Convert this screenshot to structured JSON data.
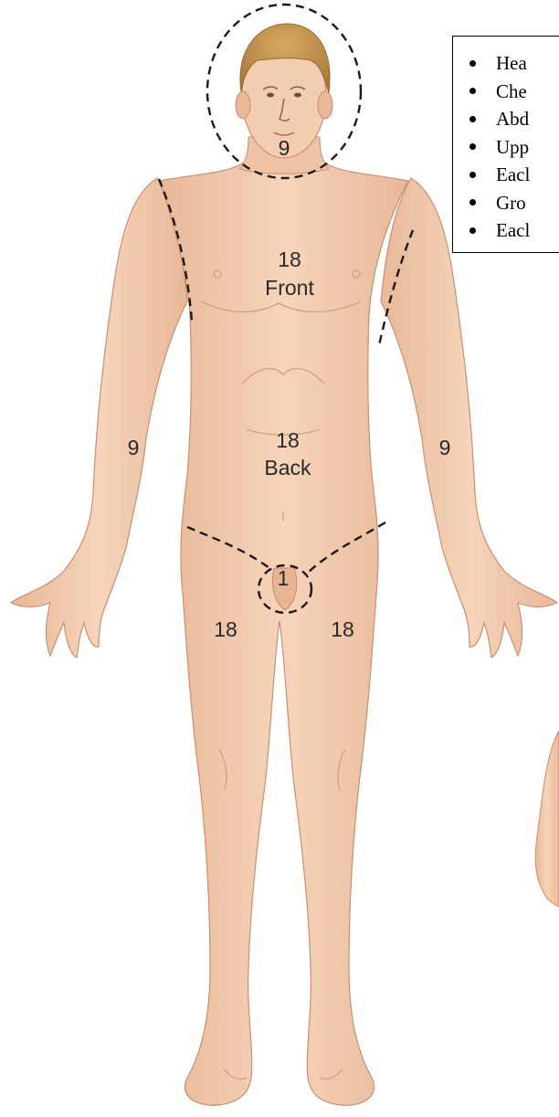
{
  "colors": {
    "skin": "#f3cdb0",
    "skin_shadow": "#e2ae8e",
    "skin_outline": "#c98f72",
    "hair": "#c6964f",
    "dash": "#1a1a1a"
  },
  "regions": {
    "head": "9",
    "chest_front": "18",
    "chest_front_sub": "Front",
    "abdomen_back": "18",
    "abdomen_back_sub": "Back",
    "arm_left": "9",
    "arm_right": "9",
    "groin": "1",
    "leg_left": "18",
    "leg_right": "18"
  },
  "legend": {
    "items": [
      {
        "text": "Hea"
      },
      {
        "text": "Che"
      },
      {
        "text": "Abd"
      },
      {
        "text": "Upp"
      },
      {
        "text": "Eacl"
      },
      {
        "text": "Gro"
      },
      {
        "text": "Eacl"
      }
    ]
  }
}
